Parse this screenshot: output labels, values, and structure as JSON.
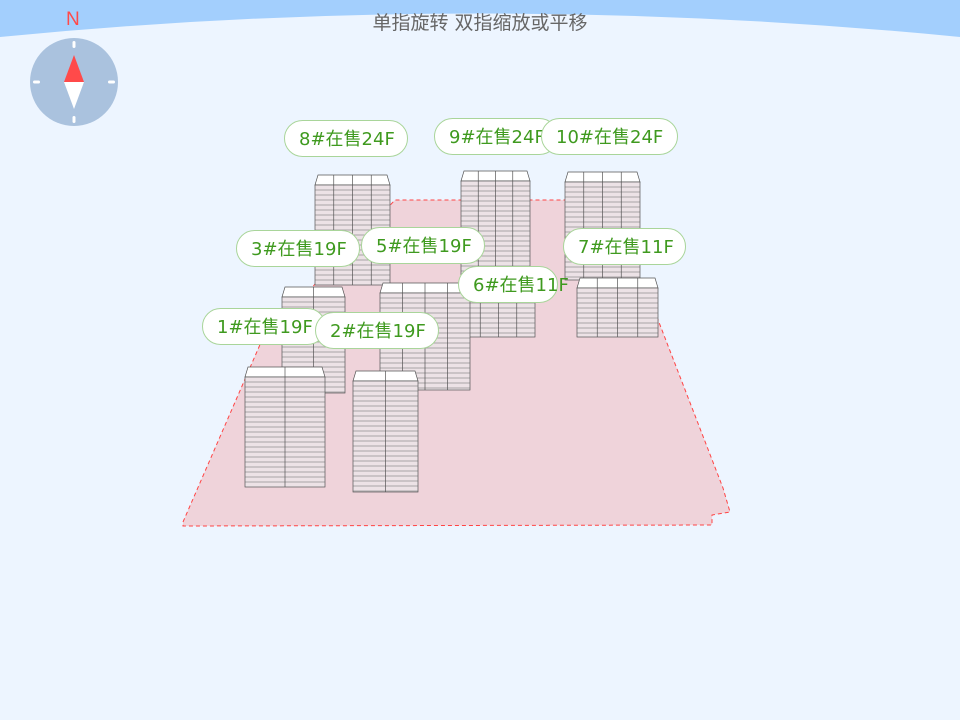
{
  "hint": "单指旋转 双指缩放或平移",
  "compass": {
    "north_label": "N"
  },
  "colors": {
    "sky": "#a3cffd",
    "background": "#edf5ff",
    "plot_fill": "#efd3da",
    "plot_border": "#ff4444",
    "label_text": "#3f9a1f",
    "label_border": "#a9d59a"
  },
  "buildings": [
    {
      "id": "8",
      "label": "8#在售24F"
    },
    {
      "id": "9",
      "label": "9#在售24F"
    },
    {
      "id": "10",
      "label": "10#在售24F"
    },
    {
      "id": "6",
      "label": "6#在售11F"
    },
    {
      "id": "7",
      "label": "7#在售11F"
    },
    {
      "id": "3",
      "label": "3#在售19F"
    },
    {
      "id": "5",
      "label": "5#在售19F"
    },
    {
      "id": "1",
      "label": "1#在售19F"
    },
    {
      "id": "2",
      "label": "2#在售19F"
    }
  ]
}
